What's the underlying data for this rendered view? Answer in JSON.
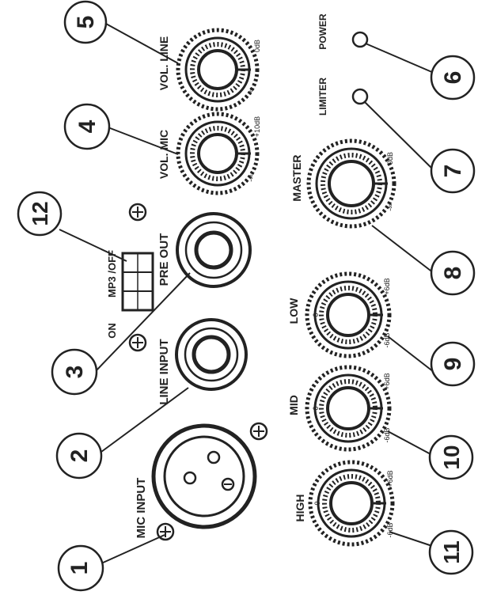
{
  "callouts": [
    "1",
    "2",
    "3",
    "4",
    "5",
    "6",
    "7",
    "8",
    "9",
    "10",
    "11",
    "12"
  ],
  "labels": {
    "mic_input": "MIC INPUT",
    "line_input": "LINE INPUT",
    "pre_out": "PRE OUT",
    "on": "ON",
    "mp3_off": "MP3 /OFF",
    "vol_mic": "VOL. MIC",
    "vol_line": "VOL. LINE",
    "limiter": "LIMITER",
    "power": "POWER",
    "master": "MASTER",
    "low": "LOW",
    "mid": "MID",
    "high": "HIGH"
  },
  "scale": {
    "vol_mic": {
      "min": "-∞",
      "max": "+10dB"
    },
    "vol_line": {
      "min": "-∞",
      "max": "0dB"
    },
    "master": {
      "min": "-∞",
      "max": "0dB"
    },
    "low": {
      "min": "-6dB",
      "max": "+6dB",
      "center": "0"
    },
    "mid": {
      "min": "-6dB",
      "max": "+6dB",
      "center": "0"
    },
    "high": {
      "min": "-6dB",
      "max": "+6dB",
      "center": "0"
    }
  },
  "colors": {
    "ink": "#222222",
    "paper": "#ffffff"
  }
}
